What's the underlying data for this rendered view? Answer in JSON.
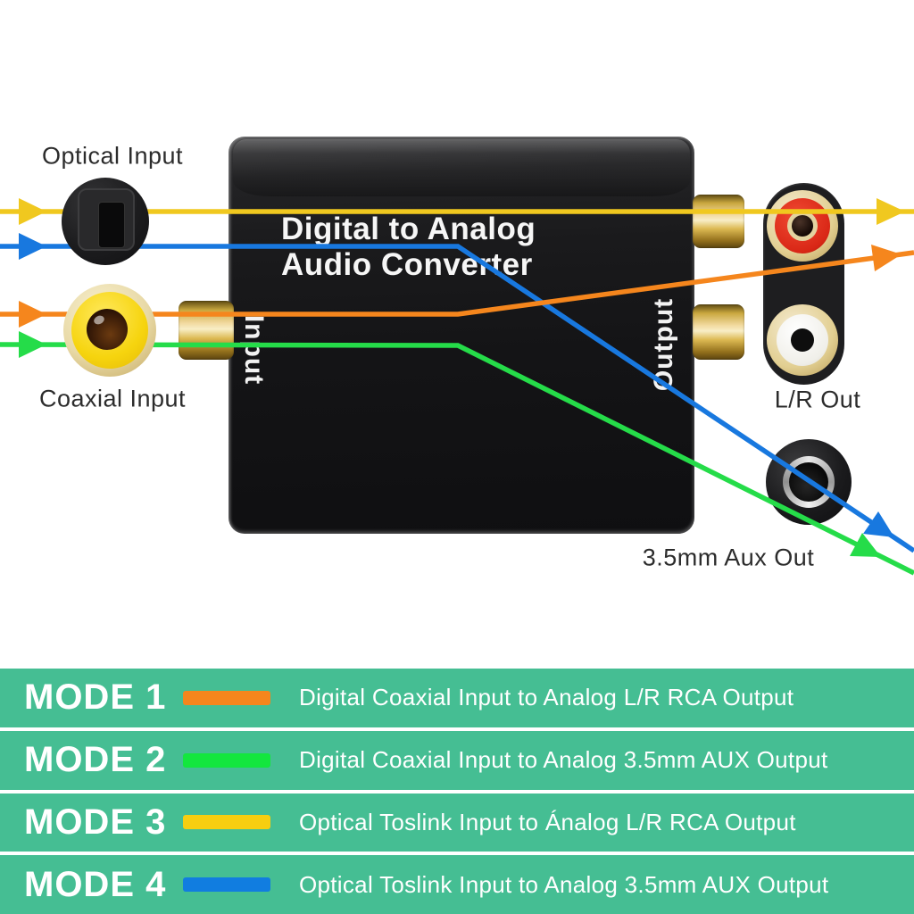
{
  "device": {
    "title_line1": "Digital to Analog",
    "title_line2": "Audio Converter",
    "input_label": "Input",
    "output_label": "Output"
  },
  "labels": {
    "optical_input": "Optical Input",
    "coaxial_input": "Coaxial Input",
    "lr_out": "L/R Out",
    "aux_out": "3.5mm Aux Out"
  },
  "colors": {
    "yellow_line": "#F0C81F",
    "blue_line": "#1878DF",
    "orange_line": "#F5861D",
    "green_line": "#25DC49",
    "table_bg": "#45BE93"
  },
  "modes": [
    {
      "label": "MODE 1",
      "color": "#F5861D",
      "description": "Digital Coaxial Input to Analog L/R RCA Output"
    },
    {
      "label": "MODE 2",
      "color": "#13E63E",
      "description": "Digital Coaxial Input to Analog 3.5mm AUX Output"
    },
    {
      "label": "MODE 3",
      "color": "#F7CE10",
      "description": "Optical Toslink Input to Ánalog L/R RCA Output"
    },
    {
      "label": "MODE 4",
      "color": "#117DE0",
      "description": "Optical Toslink Input to Analog 3.5mm AUX Output"
    }
  ]
}
